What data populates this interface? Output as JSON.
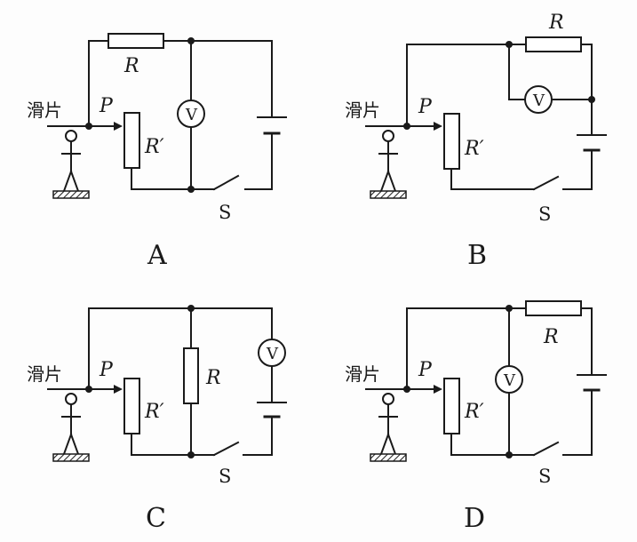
{
  "labels": {
    "slider_text": "滑片",
    "slider_point": "P",
    "fixed_resistor": "R",
    "rheostat": "R′",
    "voltmeter": "V",
    "switch": "S"
  },
  "diagrams": [
    {
      "caption": "A"
    },
    {
      "caption": "B"
    },
    {
      "caption": "C"
    },
    {
      "caption": "D"
    }
  ],
  "colors": {
    "line": "#1a1a1a",
    "background": "#ffffff"
  }
}
